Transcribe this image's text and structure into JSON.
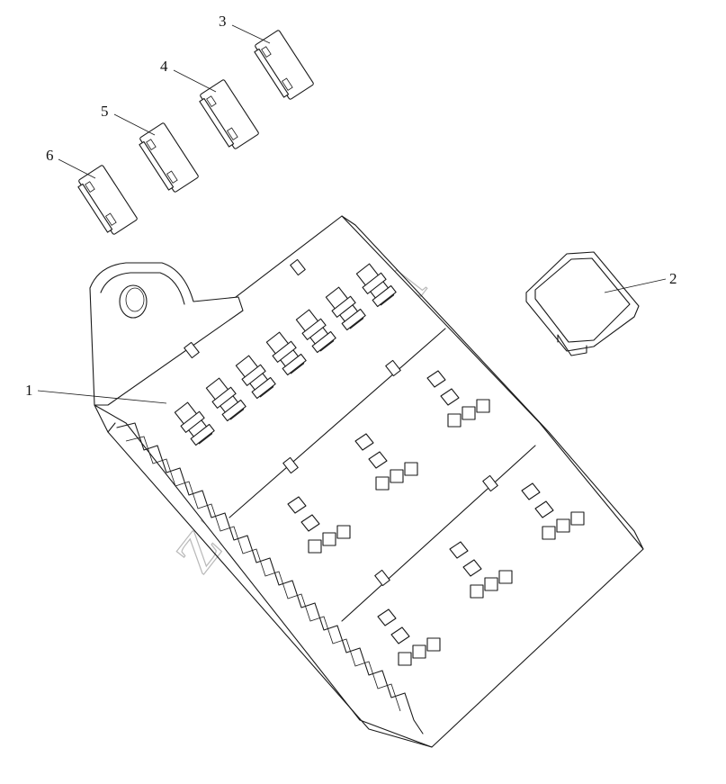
{
  "diagram": {
    "callouts": [
      {
        "id": "1",
        "label": "1"
      },
      {
        "id": "2",
        "label": "2"
      },
      {
        "id": "3",
        "label": "3"
      },
      {
        "id": "4",
        "label": "4"
      },
      {
        "id": "5",
        "label": "5"
      },
      {
        "id": "6",
        "label": "6"
      }
    ],
    "watermark": "zap-kam.ru",
    "colors": {
      "line": "#1a1a1a",
      "watermark": "#b9b9b9",
      "background": "#ffffff"
    }
  }
}
